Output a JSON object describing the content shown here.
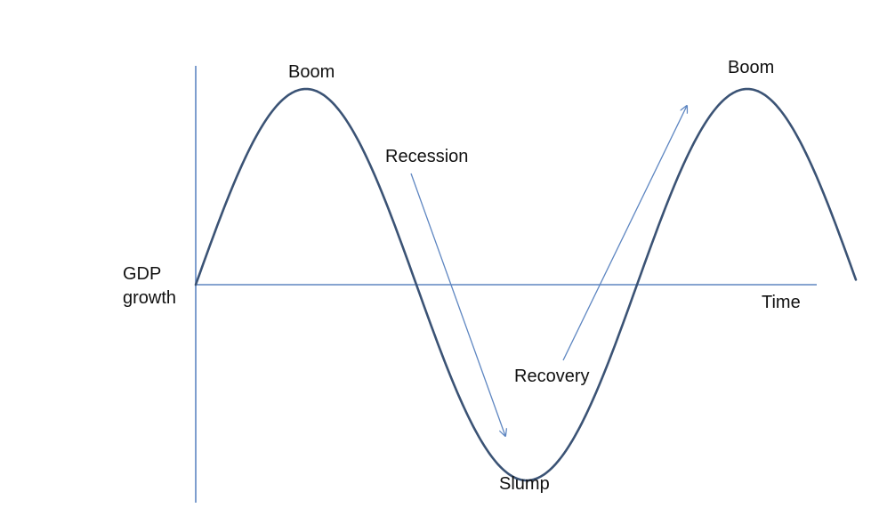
{
  "diagram": {
    "y_axis_label_line1": "GDP",
    "y_axis_label_line2": "growth",
    "x_axis_label": "Time",
    "phases": {
      "boom_1": "Boom",
      "recession": "Recession",
      "slump": "Slump",
      "recovery": "Recovery",
      "boom_2": "Boom"
    },
    "colors": {
      "curve": "#3b5375",
      "axes": "#5e86c1",
      "arrows": "#5e86c1",
      "text": "#111111"
    }
  }
}
